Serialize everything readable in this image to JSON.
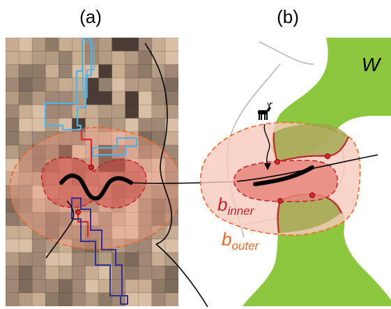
{
  "panels": {
    "a": {
      "label": "(a)"
    },
    "b": {
      "label": "(b)"
    }
  },
  "labels": {
    "w": "W",
    "b_inner_base": "b",
    "b_inner_sub": "inner",
    "b_outer_base": "b",
    "b_outer_sub": "outer"
  },
  "icons": {
    "animal": "deer-icon"
  },
  "colors": {
    "habitat": "#8dc63f",
    "habitat_edge": "#c1272d",
    "buffer_outer": "#f7c9bd",
    "buffer_outer_edge": "#f26522",
    "buffer_inner": "#e8867c",
    "buffer_inner_edge": "#c1272d",
    "path_up": "#4fb3e8",
    "path_down": "#2e3192",
    "path_mid": "#d7262e",
    "road": "#000000",
    "stream": "#b8b8b8"
  }
}
